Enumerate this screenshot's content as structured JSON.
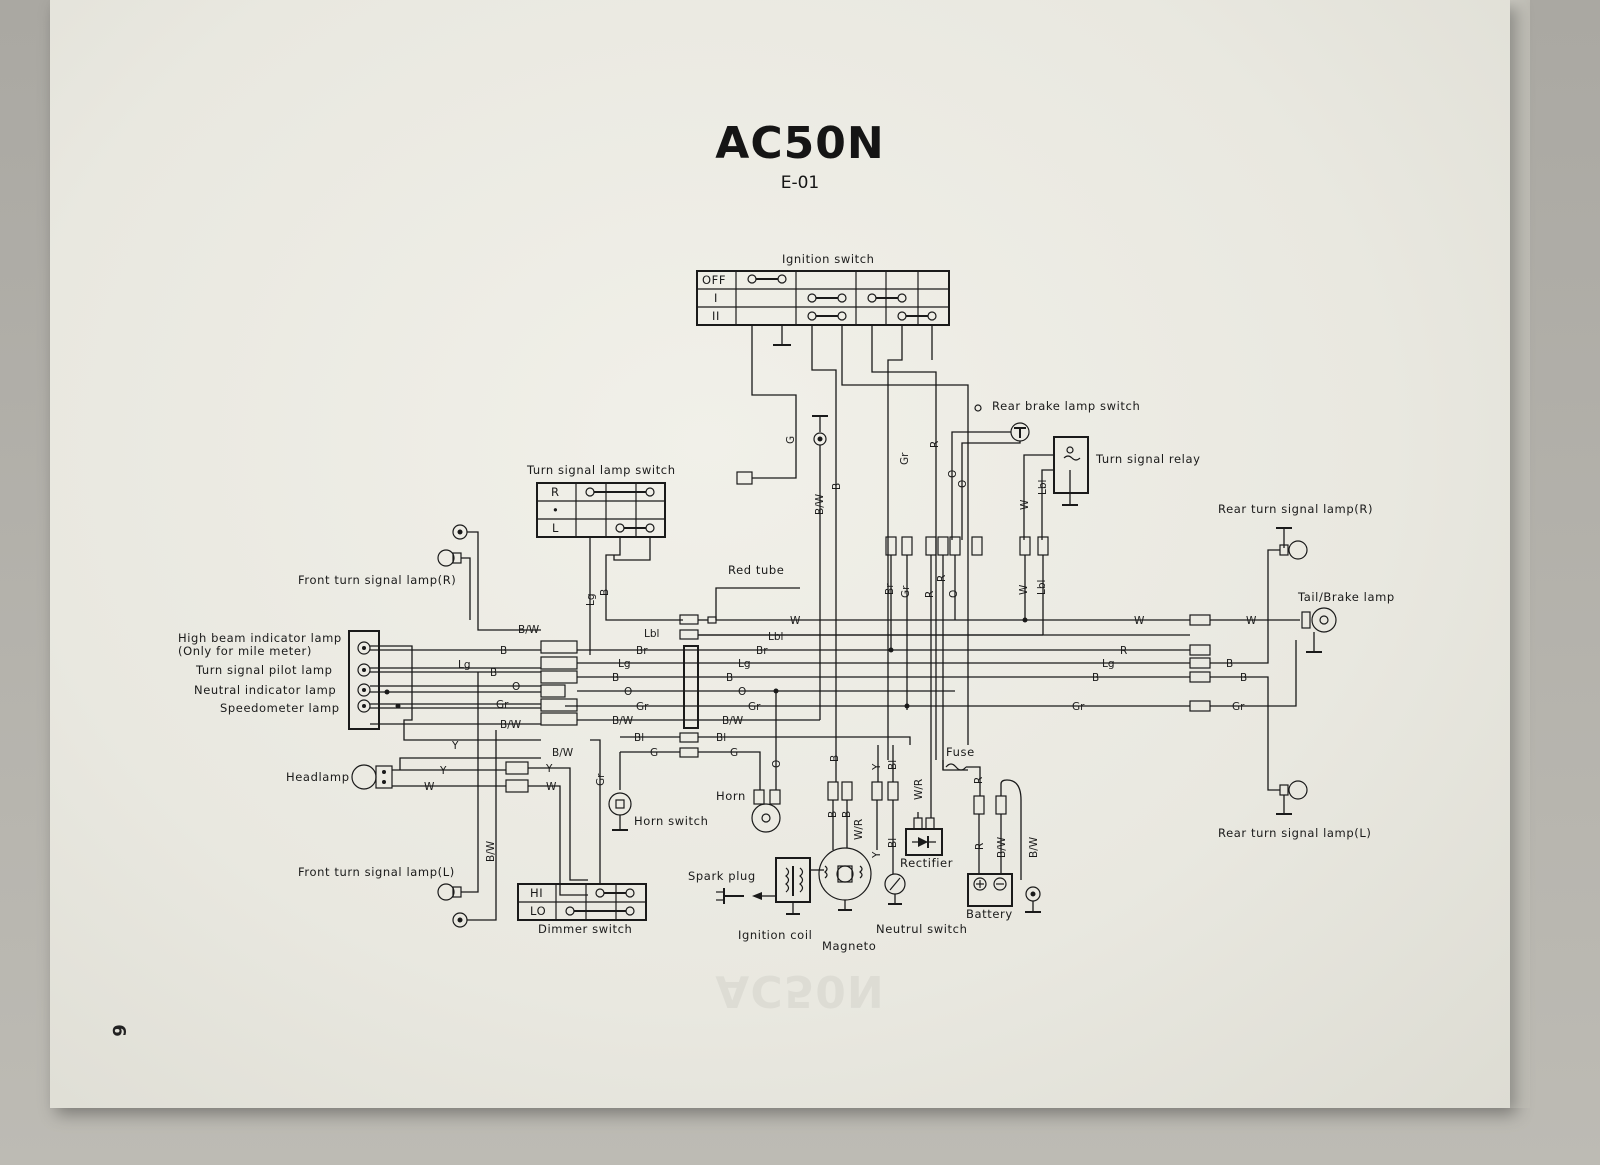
{
  "page": {
    "title": "AC50N",
    "code": "E-01",
    "page_number": "6"
  },
  "components": {
    "ignition_switch": "Ignition switch",
    "ignition_positions": [
      "OFF",
      "I",
      "II"
    ],
    "rear_brake_lamp_switch": "Rear brake lamp switch",
    "turn_signal_relay": "Turn signal relay",
    "turn_signal_lamp_switch": "Turn signal lamp switch",
    "turn_switch_positions": [
      "R",
      "•",
      "L"
    ],
    "rear_turn_signal_lamp_r": "Rear turn signal lamp(R)",
    "tail_brake_lamp": "Tail/Brake lamp",
    "rear_turn_signal_lamp_l": "Rear turn signal lamp(L)",
    "front_turn_signal_lamp_r": "Front turn signal lamp(R)",
    "front_turn_signal_lamp_l": "Front turn signal lamp(L)",
    "high_beam_indicator_lamp": "High beam indicator lamp",
    "only_for_mile_meter": "(Only for mile meter)",
    "turn_signal_pilot_lamp": "Turn signal pilot lamp",
    "neutral_indicator_lamp": "Neutral indicator lamp",
    "speedometer_lamp": "Speedometer lamp",
    "headlamp": "Headlamp",
    "red_tube": "Red tube",
    "horn": "Horn",
    "horn_switch": "Horn switch",
    "dimmer_switch": "Dimmer switch",
    "dimmer_positions": [
      "HI",
      "LO"
    ],
    "spark_plug": "Spark plug",
    "ignition_coil": "Ignition coil",
    "magneto": "Magneto",
    "neutral_switch": "Neutrul switch",
    "rectifier": "Rectifier",
    "fuse": "Fuse",
    "battery": "Battery"
  },
  "wire_codes": {
    "G": "G",
    "B": "B",
    "BW": "B/W",
    "Gr": "Gr",
    "R": "R",
    "O": "O",
    "W": "W",
    "Lbl": "Lbl",
    "Lg": "Lg",
    "Br": "Br",
    "Y": "Y",
    "Bl": "Bl",
    "WR": "W/R"
  }
}
